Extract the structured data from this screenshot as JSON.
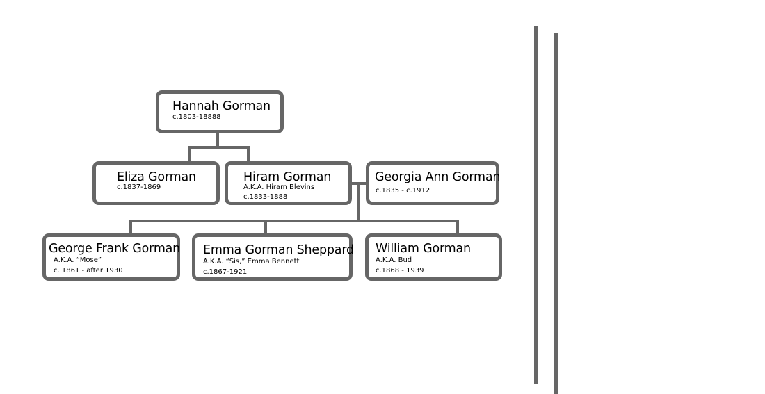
{
  "people": {
    "hannah": {
      "name": "Hannah Gorman",
      "details": [
        "c.1803-18888"
      ]
    },
    "eliza": {
      "name": "Eliza Gorman",
      "details": [
        "c.1837-1869"
      ]
    },
    "hiram": {
      "name": "Hiram Gorman",
      "details": [
        "A.K.A. Hiram Blevins",
        "c.1833-1888"
      ]
    },
    "georgia": {
      "name": "Georgia Ann Gorman",
      "details": [
        "c.1835 - c.1912"
      ]
    },
    "george": {
      "name": "George Frank Gorman",
      "details": [
        "A.K.A. “Mose”",
        "c. 1861 - after 1930"
      ]
    },
    "emma": {
      "name": "Emma Gorman Sheppard",
      "details": [
        "A.K.A. “Sis,” Emma Bennett",
        "c.1867-1921"
      ]
    },
    "william": {
      "name": "William Gorman",
      "details": [
        "A.K.A. Bud",
        "c.1868  - 1939"
      ]
    }
  },
  "colors": {
    "box_border": "#666666",
    "connector": "#666666"
  }
}
